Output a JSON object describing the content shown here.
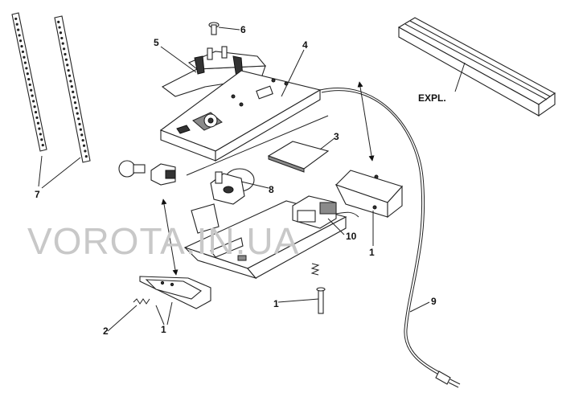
{
  "watermark": "VOROTA.IN.UA",
  "callouts": {
    "c1a": "1",
    "c1b": "1",
    "c1c": "1",
    "c2": "2",
    "c3": "3",
    "c4": "4",
    "c5": "5",
    "c6": "6",
    "c7": "7",
    "c8": "8",
    "c9": "9",
    "c10": "10",
    "expl": "EXPL."
  }
}
